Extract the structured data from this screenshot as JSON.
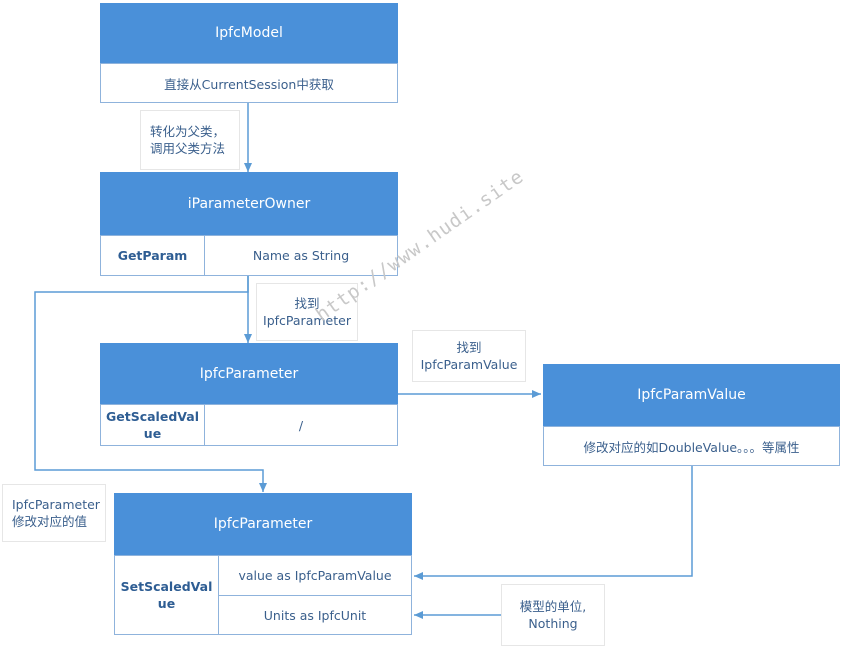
{
  "model": {
    "title": "IpfcModel",
    "row": "直接从CurrentSession中获取"
  },
  "note_convert": {
    "line1": "转化为父类，",
    "line2": "调用父类方法"
  },
  "owner": {
    "title": "iParameterOwner",
    "method": "GetParam",
    "arg": "Name as String"
  },
  "note_find_param": {
    "line1": "找到",
    "line2": "IpfcParameter"
  },
  "param1": {
    "title": "IpfcParameter",
    "method": "GetScaledValue",
    "arg": "/"
  },
  "note_find_value": {
    "line1": "找到",
    "line2": "IpfcParamValue"
  },
  "paramvalue": {
    "title": "IpfcParamValue",
    "row": "修改对应的如DoubleValue。。。等属性"
  },
  "note_modify": {
    "line1": "IpfcParameter",
    "line2": "修改对应的值"
  },
  "param2": {
    "title": "IpfcParameter",
    "method": "SetScaledValue",
    "arg1": "value as IpfcParamValue",
    "arg2": "Units as IpfcUnit"
  },
  "note_unit": {
    "line1": "模型的单位,",
    "line2": "Nothing"
  },
  "watermark": "http://www.hudi.site",
  "colors": {
    "header": "#4a90d9",
    "connector": "#5b9bd5",
    "text": "#3a5f8c"
  }
}
